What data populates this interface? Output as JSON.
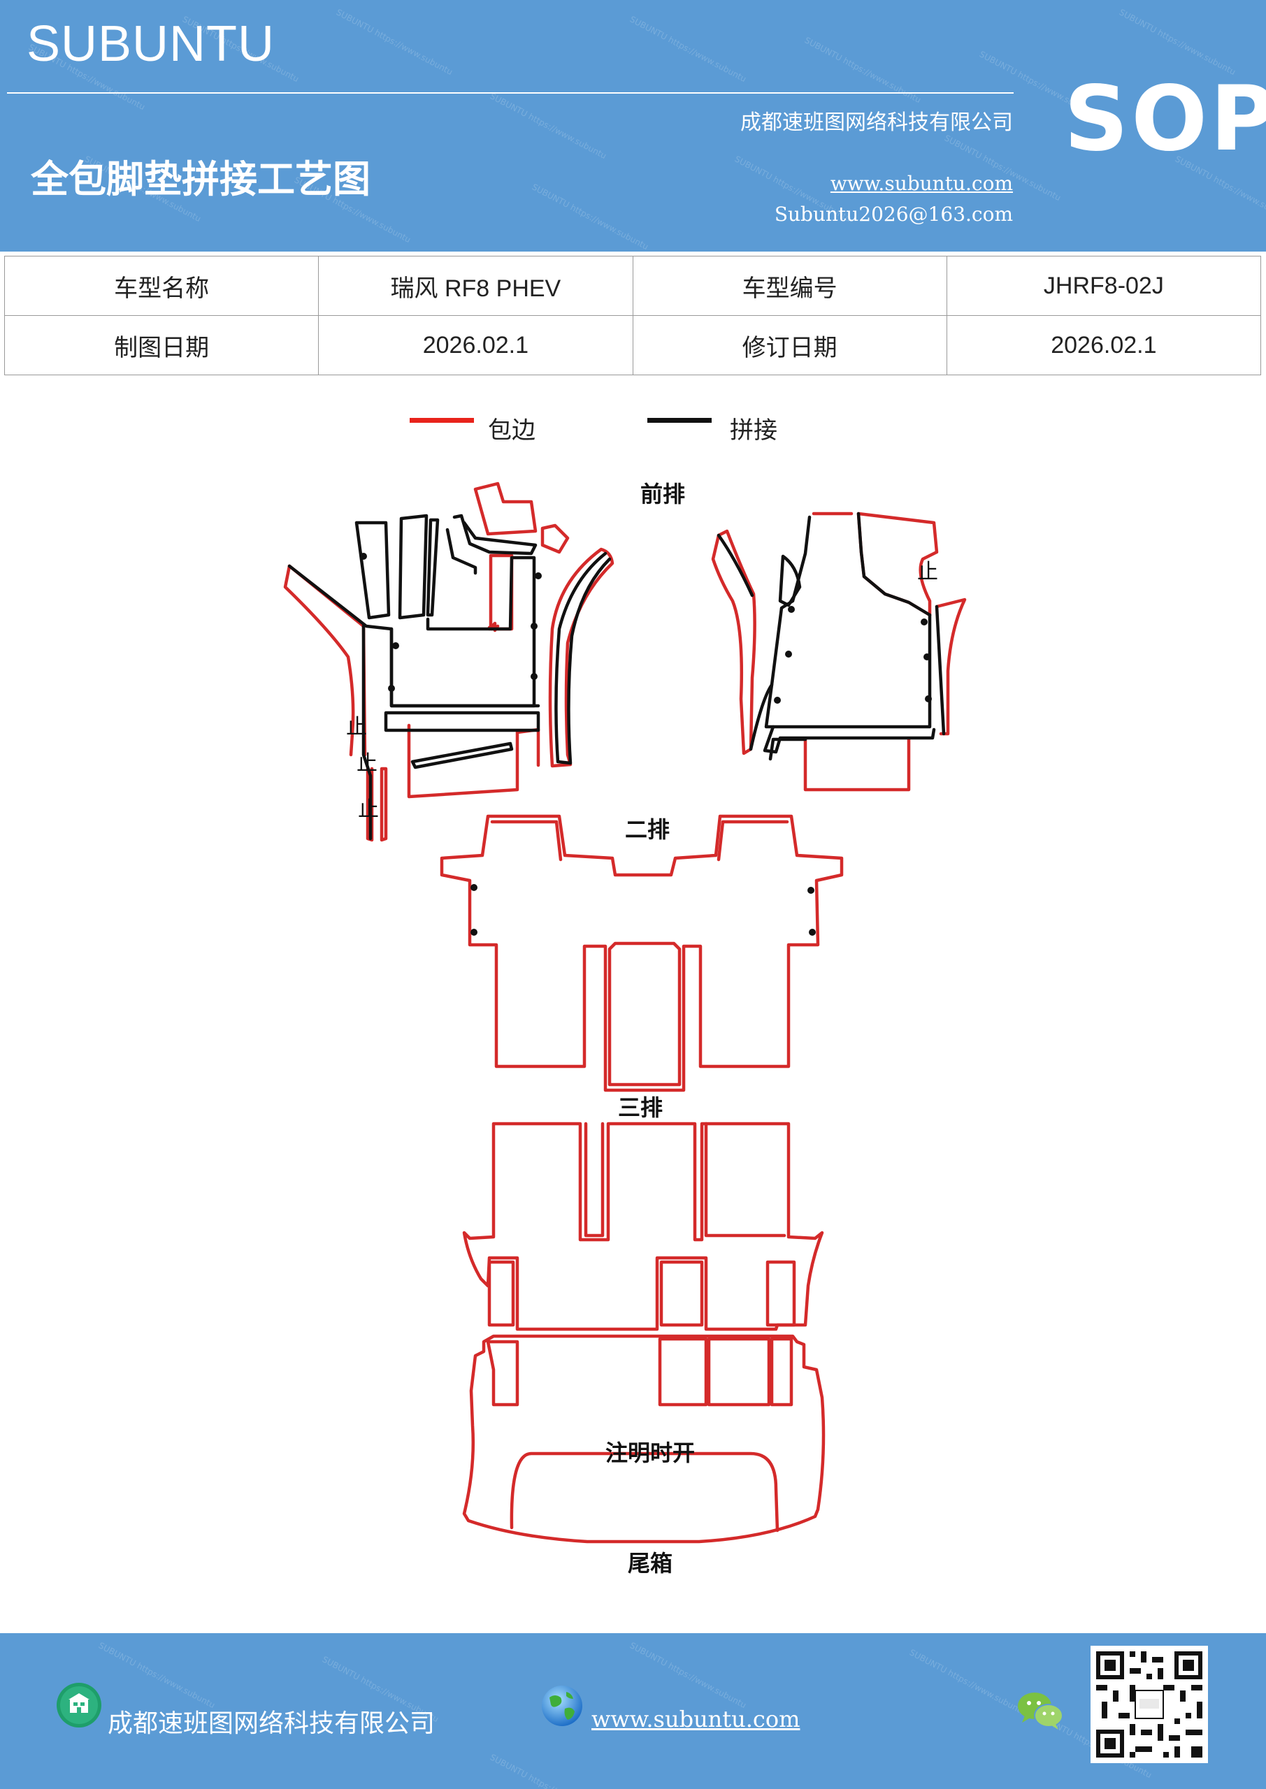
{
  "header": {
    "brand": "SUBUNTU",
    "company": "成都速班图网络科技有限公司",
    "title": "全包脚垫拼接工艺图",
    "website": "www.subuntu.com",
    "email": "Subuntu2026@163.com",
    "badge": "SOP"
  },
  "info_table": {
    "rows": [
      [
        "车型名称",
        "瑞风 RF8  PHEV",
        "车型编号",
        "JHRF8-02J"
      ],
      [
        "制图日期",
        "2026.02.1",
        "修订日期",
        "2026.02.1"
      ]
    ]
  },
  "legend": {
    "items": [
      {
        "label": "包边",
        "color": "#e8231b"
      },
      {
        "label": "拼接",
        "color": "#111111"
      }
    ]
  },
  "diagram": {
    "labels": {
      "front_row": "前排",
      "second_row": "二排",
      "third_row": "三排",
      "note": "注明时开",
      "trunk": "尾箱"
    },
    "stop_mark": "止",
    "colors": {
      "binding": "#d42a2a",
      "splice": "#111111"
    }
  },
  "footer": {
    "company": "成都速班图网络科技有限公司",
    "website": "www.subuntu.com"
  }
}
